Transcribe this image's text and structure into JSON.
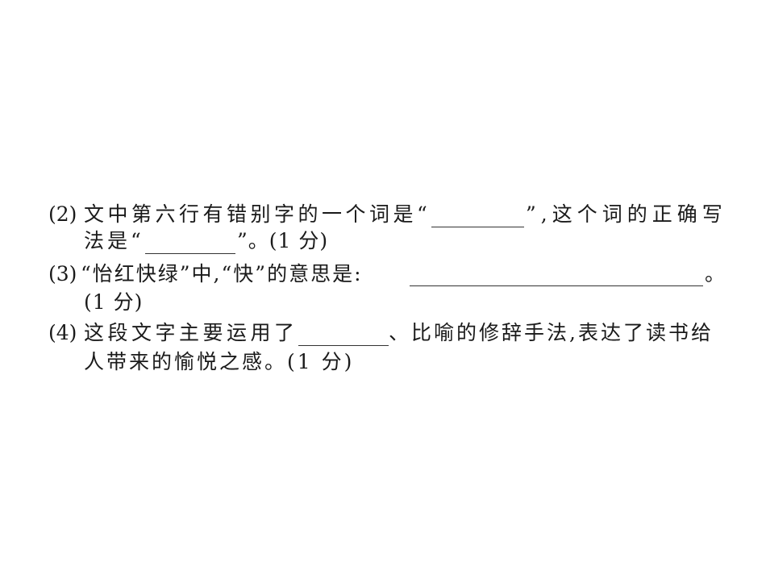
{
  "questions": [
    {
      "number": "(2)",
      "line1_before": "文中第六行有错别字的一个词是“",
      "line1_after": "”,这个词的正确写",
      "line2_before": "法是“",
      "line2_after": "”。(1 分)"
    },
    {
      "number": "(3)",
      "line1_before": "“怡红快绿”中,“快”的意思是:",
      "line1_after": "。",
      "line2": "(1 分)"
    },
    {
      "number": "(4)",
      "line1_before": "这段文字主要运用了",
      "line1_after": "、比喻的修辞手法,表达了读书给",
      "line2": "人带来的愉悦之感。(1 分)"
    }
  ]
}
